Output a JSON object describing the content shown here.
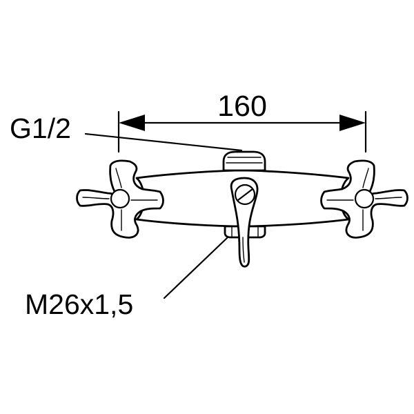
{
  "dimension": {
    "value": "160",
    "thread_inlet": "G1/2",
    "thread_outlet": "M26x1,5"
  },
  "colors": {
    "line": "#000000",
    "background": "#ffffff"
  }
}
